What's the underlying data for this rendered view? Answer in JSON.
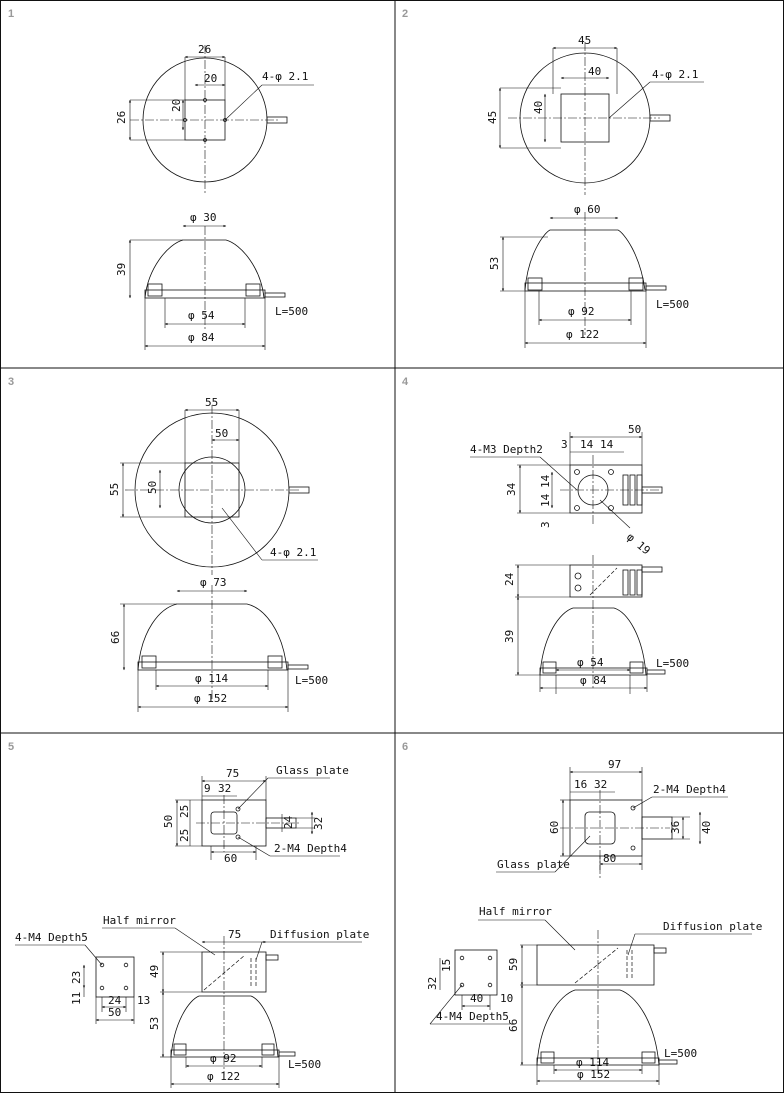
{
  "panels": [
    {
      "number": "1",
      "labels": [
        "26",
        "20",
        "20",
        "26",
        "4-φ 2.1",
        "φ 30",
        "39",
        "φ 54",
        "φ 84",
        "L=500"
      ]
    },
    {
      "number": "2",
      "labels": [
        "45",
        "40",
        "40",
        "45",
        "4-φ 2.1",
        "φ 60",
        "53",
        "φ 92",
        "φ 122",
        "L=500"
      ]
    },
    {
      "number": "3",
      "labels": [
        "55",
        "50",
        "55",
        "50",
        "4-φ 2.1",
        "φ 73",
        "66",
        "φ 114",
        "φ 152",
        "L=500"
      ]
    },
    {
      "number": "4",
      "labels": [
        "50",
        "3",
        "14",
        "14",
        "4-M3 Depth2",
        "34",
        "14",
        "14",
        "3",
        "φ 19",
        "24",
        "39",
        "φ 54",
        "φ 84",
        "L=500"
      ]
    },
    {
      "number": "5",
      "labels": [
        "75",
        "9",
        "32",
        "Glass plate",
        "50",
        "25",
        "25",
        "24",
        "32",
        "60",
        "2-M4 Depth4",
        "Half mirror",
        "75",
        "Diffusion plate",
        "4-M4 Depth5",
        "23",
        "11",
        "24",
        "13",
        "50",
        "49",
        "53",
        "φ 92",
        "φ 122",
        "L=500"
      ]
    },
    {
      "number": "6",
      "labels": [
        "97",
        "16",
        "32",
        "2-M4 Depth4",
        "60",
        "36",
        "40",
        "80",
        "Glass plate",
        "Half mirror",
        "Diffusion plate",
        "32",
        "15",
        "40",
        "10",
        "59",
        "66",
        "4-M4 Depth5",
        "φ 114",
        "φ 152",
        "L=500"
      ]
    }
  ]
}
